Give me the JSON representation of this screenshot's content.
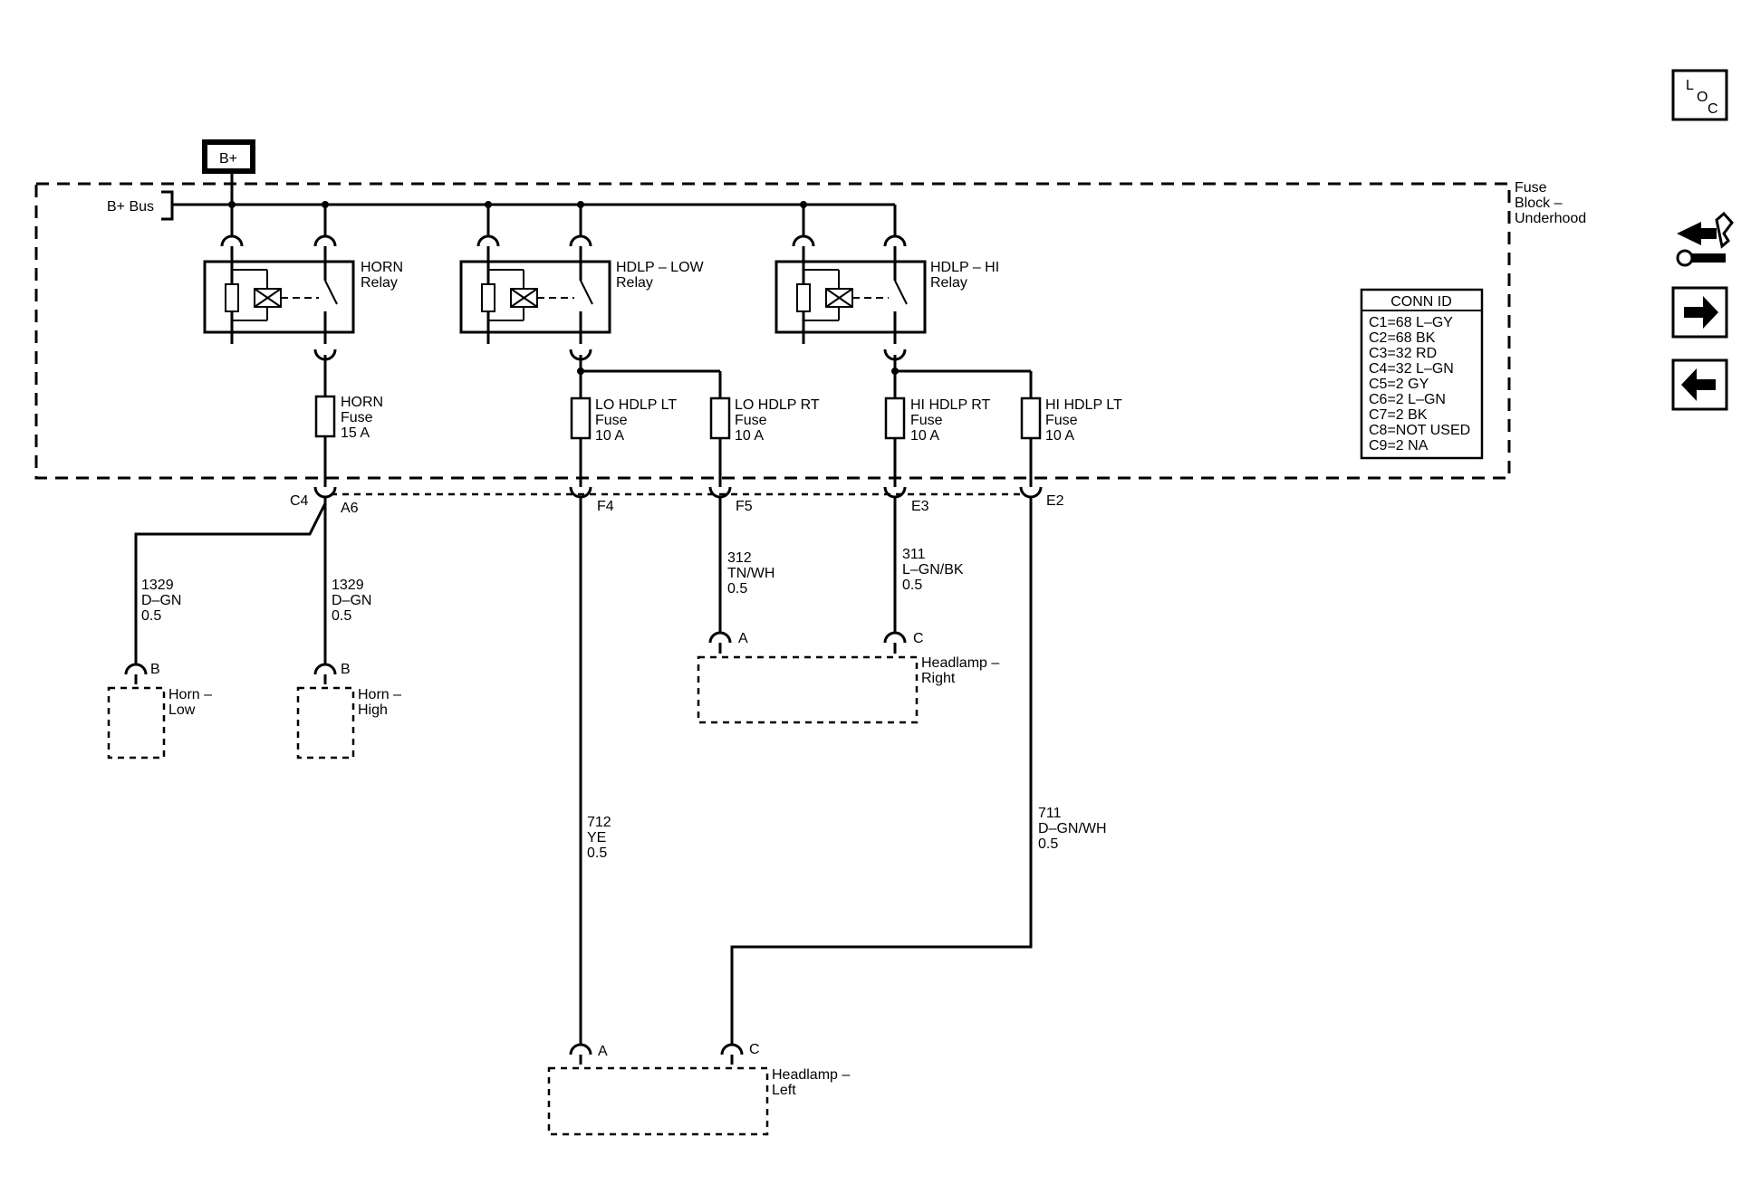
{
  "power": {
    "bplus": "B+",
    "bus": "B+ Bus"
  },
  "fuse_block": {
    "line1": "Fuse",
    "line2": "Block –",
    "line3": "Underhood"
  },
  "relays": {
    "horn": {
      "l1": "HORN",
      "l2": "Relay"
    },
    "low": {
      "l1": "HDLP – LOW",
      "l2": "Relay"
    },
    "hi": {
      "l1": "HDLP – HI",
      "l2": "Relay"
    }
  },
  "fuses": {
    "horn": {
      "l1": "HORN",
      "l2": "Fuse",
      "l3": "15 A"
    },
    "lo_lt": {
      "l1": "LO HDLP LT",
      "l2": "Fuse",
      "l3": "10 A"
    },
    "lo_rt": {
      "l1": "LO HDLP RT",
      "l2": "Fuse",
      "l3": "10 A"
    },
    "hi_rt": {
      "l1": "HI HDLP RT",
      "l2": "Fuse",
      "l3": "10 A"
    },
    "hi_lt": {
      "l1": "HI HDLP LT",
      "l2": "Fuse",
      "l3": "10 A"
    }
  },
  "conn_id": {
    "title": "CONN ID",
    "rows": [
      "C1=68 L–GY",
      "C2=68 BK",
      "C3=32 RD",
      "C4=32 L–GN",
      "C5=2 GY",
      "C6=2 L–GN",
      "C7=2 BK",
      "C8=NOT USED",
      "C9=2 NA"
    ]
  },
  "pins": {
    "c4": "C4",
    "a6": "A6",
    "f4": "F4",
    "f5": "F5",
    "e3": "E3",
    "e2": "E2"
  },
  "wires": {
    "horn_low": {
      "l1": "1329",
      "l2": "D–GN",
      "l3": "0.5"
    },
    "horn_high": {
      "l1": "1329",
      "l2": "D–GN",
      "l3": "0.5"
    },
    "w312": {
      "l1": "312",
      "l2": "TN/WH",
      "l3": "0.5"
    },
    "w311": {
      "l1": "311",
      "l2": "L–GN/BK",
      "l3": "0.5"
    },
    "w712": {
      "l1": "712",
      "l2": "YE",
      "l3": "0.5"
    },
    "w711": {
      "l1": "711",
      "l2": "D–GN/WH",
      "l3": "0.5"
    }
  },
  "components": {
    "horn_low": {
      "pin": "B",
      "l1": "Horn –",
      "l2": "Low"
    },
    "horn_high": {
      "pin": "B",
      "l1": "Horn –",
      "l2": "High"
    },
    "hl_right": {
      "pin_a": "A",
      "pin_c": "C",
      "l1": "Headlamp –",
      "l2": "Right"
    },
    "hl_left": {
      "pin_a": "A",
      "pin_c": "C",
      "l1": "Headlamp –",
      "l2": "Left"
    }
  },
  "nav": {
    "loc_l": "L",
    "loc_o": "O",
    "loc_c": "C",
    "icons": [
      "component-locator-icon",
      "service-info-icon",
      "next-page-icon",
      "previous-page-icon"
    ]
  }
}
